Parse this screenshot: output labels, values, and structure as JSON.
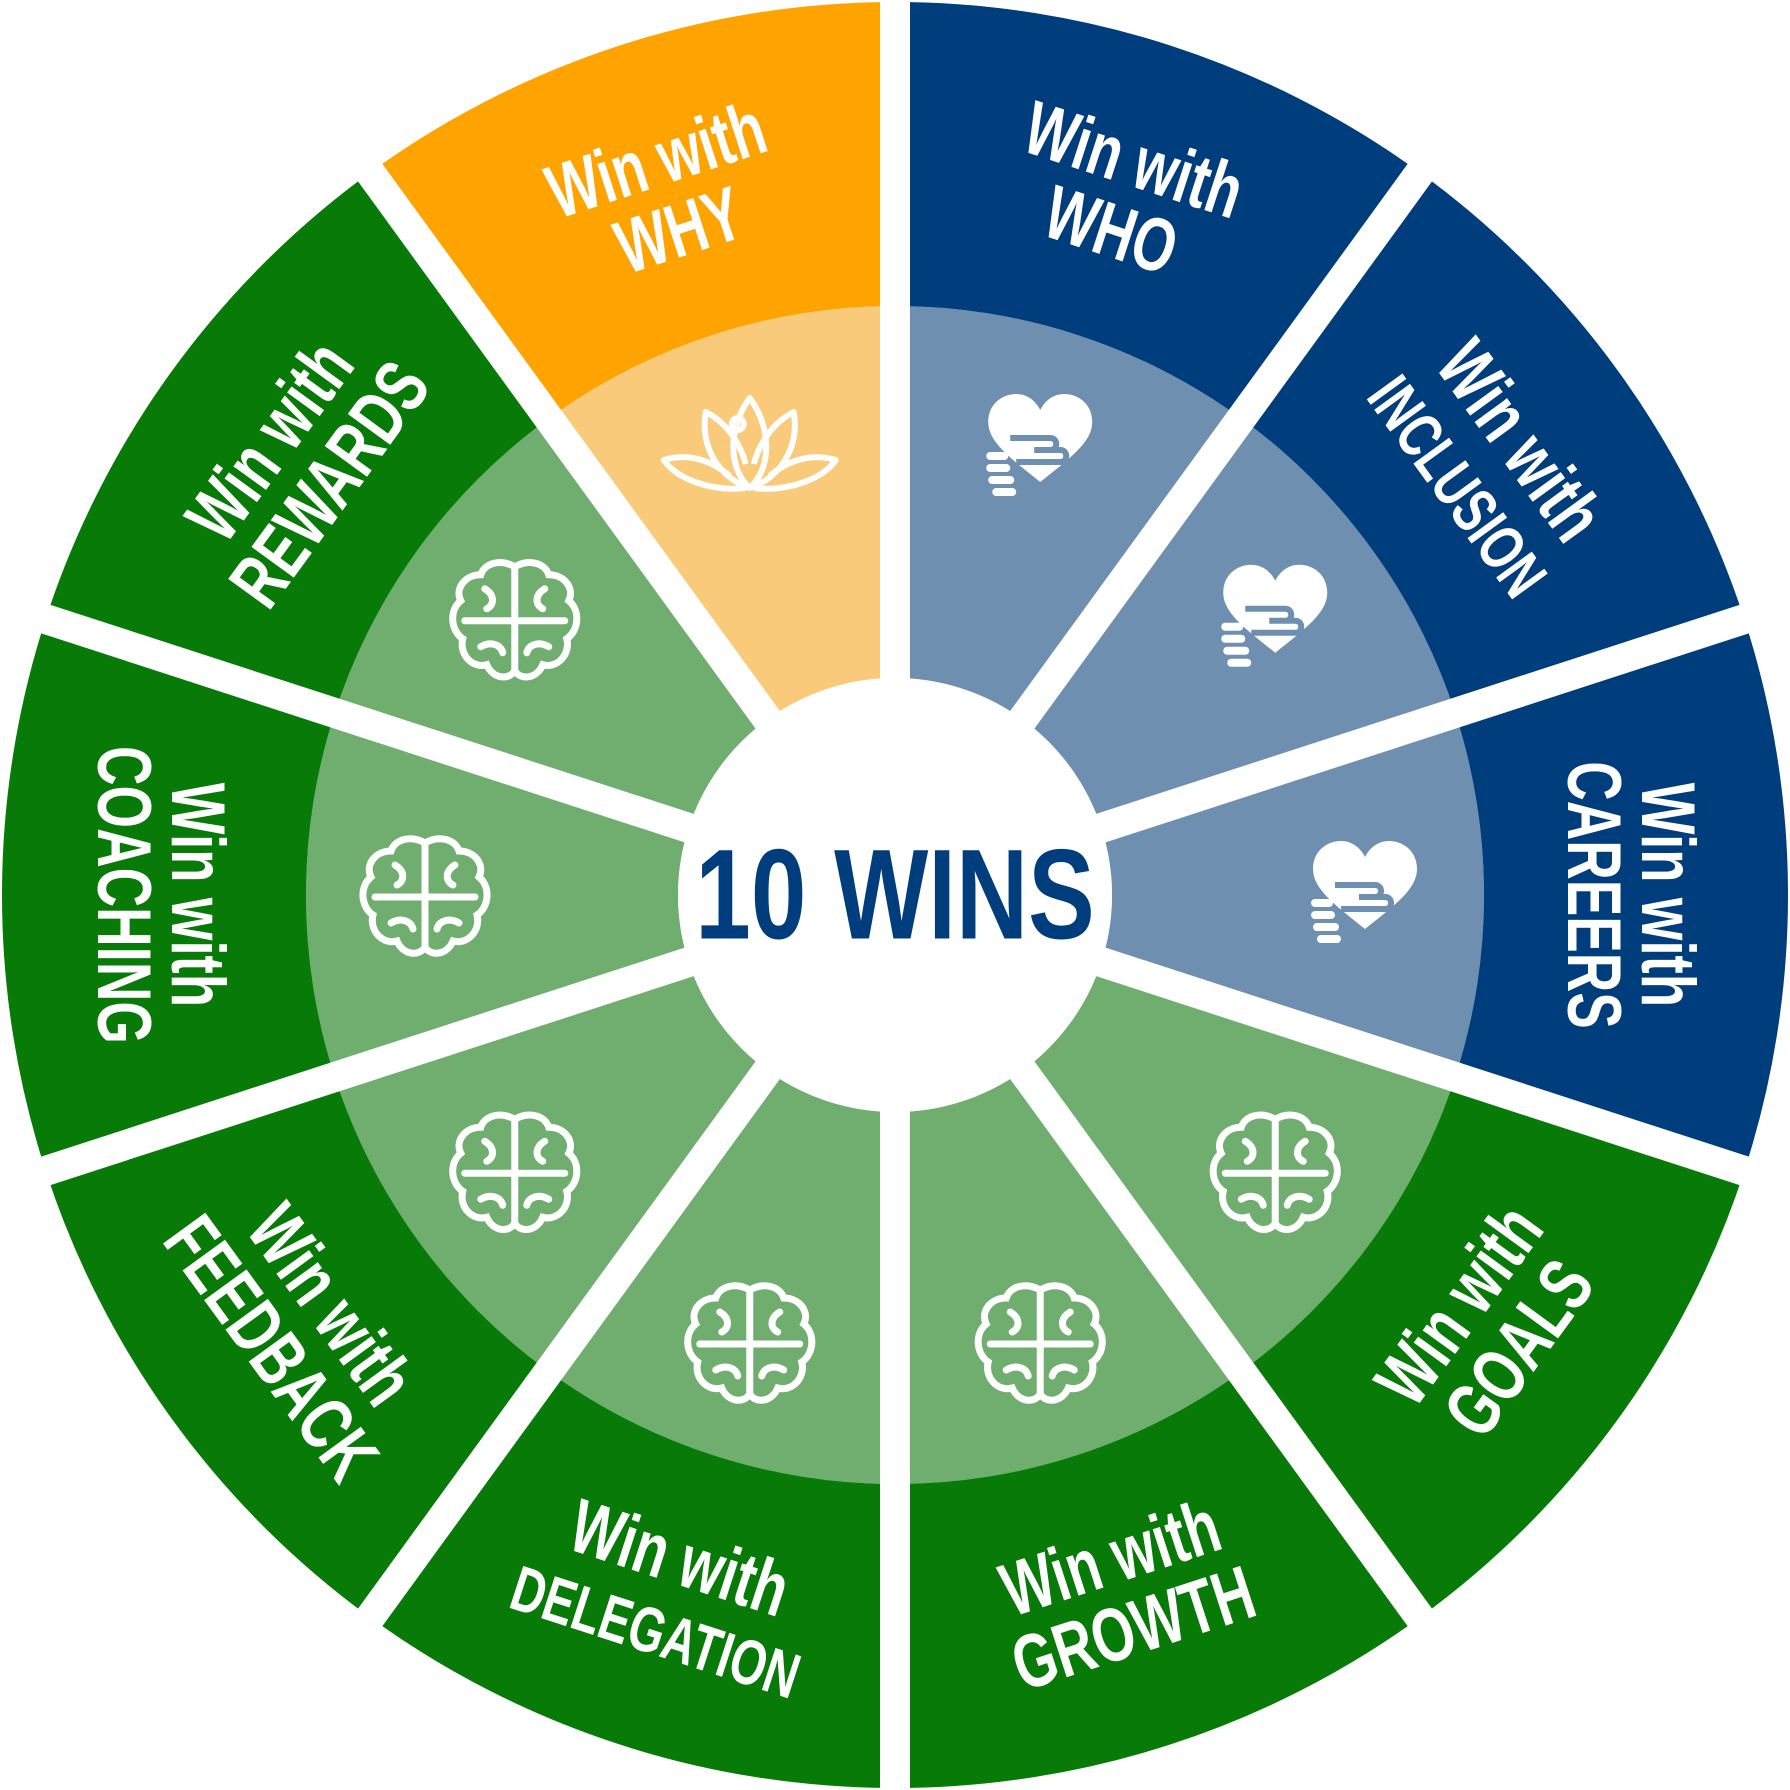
{
  "center": {
    "title": "10 WINS"
  },
  "colors": {
    "orange": "#FFA300",
    "orange_light": "#F9CA7A",
    "blue": "#003D7D",
    "blue_light": "#6E8FB0",
    "green": "#087A08",
    "green_light": "#6FAE6E",
    "center_text": "#003D7D"
  },
  "segments": [
    {
      "prefix": "Win with",
      "keyword": "WHO",
      "color": "blue",
      "icon": "heart-hand-icon"
    },
    {
      "prefix": "Win with",
      "keyword": "INCLUSION",
      "color": "blue",
      "icon": "heart-hand-icon"
    },
    {
      "prefix": "Win with",
      "keyword": "CAREERS",
      "color": "blue",
      "icon": "heart-hand-icon"
    },
    {
      "prefix": "Win with",
      "keyword": "GOALS",
      "color": "green",
      "icon": "brain-icon"
    },
    {
      "prefix": "Win with",
      "keyword": "GROWTH",
      "color": "green",
      "icon": "brain-icon"
    },
    {
      "prefix": "Win with",
      "keyword": "DELEGATION",
      "color": "green",
      "icon": "brain-icon"
    },
    {
      "prefix": "Win with",
      "keyword": "FEEDBACK",
      "color": "green",
      "icon": "brain-icon"
    },
    {
      "prefix": "Win with",
      "keyword": "COACHING",
      "color": "green",
      "icon": "brain-icon"
    },
    {
      "prefix": "Win with",
      "keyword": "REWARDS",
      "color": "green",
      "icon": "brain-icon"
    },
    {
      "prefix": "Win with",
      "keyword": "WHY",
      "color": "orange",
      "icon": "lotus-icon"
    }
  ]
}
